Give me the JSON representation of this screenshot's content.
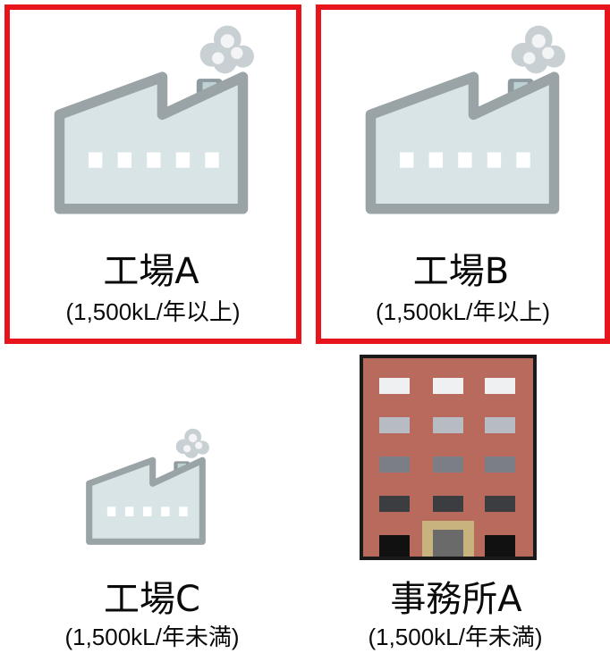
{
  "highlight_color": "#e8141b",
  "items": [
    {
      "name": "工場A",
      "note": "(1,500kL/年以上)",
      "icon": "factory-icon",
      "highlighted": true
    },
    {
      "name": "工場B",
      "note": "(1,500kL/年以上)",
      "icon": "factory-icon",
      "highlighted": true
    },
    {
      "name": "工場C",
      "note": "(1,500kL/年未満)",
      "icon": "factory-icon",
      "highlighted": false
    },
    {
      "name": "事務所A",
      "note": "(1,500kL/年未満)",
      "icon": "office-building-icon",
      "highlighted": false
    }
  ]
}
